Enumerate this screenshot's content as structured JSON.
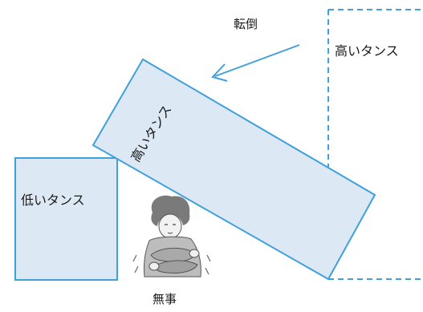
{
  "labels": {
    "fall": "転倒",
    "tall_cabinet_standing": "高いタンス",
    "tall_cabinet_fallen": "高いタンス",
    "low_cabinet": "低いタンス",
    "safe": "無事"
  },
  "colors": {
    "stroke": "#3fa0dc",
    "fill": "#dde8f5",
    "text": "#1a1a1a"
  },
  "icons": {
    "arrow": "fall-direction-arrow",
    "person": "crouching-person"
  }
}
